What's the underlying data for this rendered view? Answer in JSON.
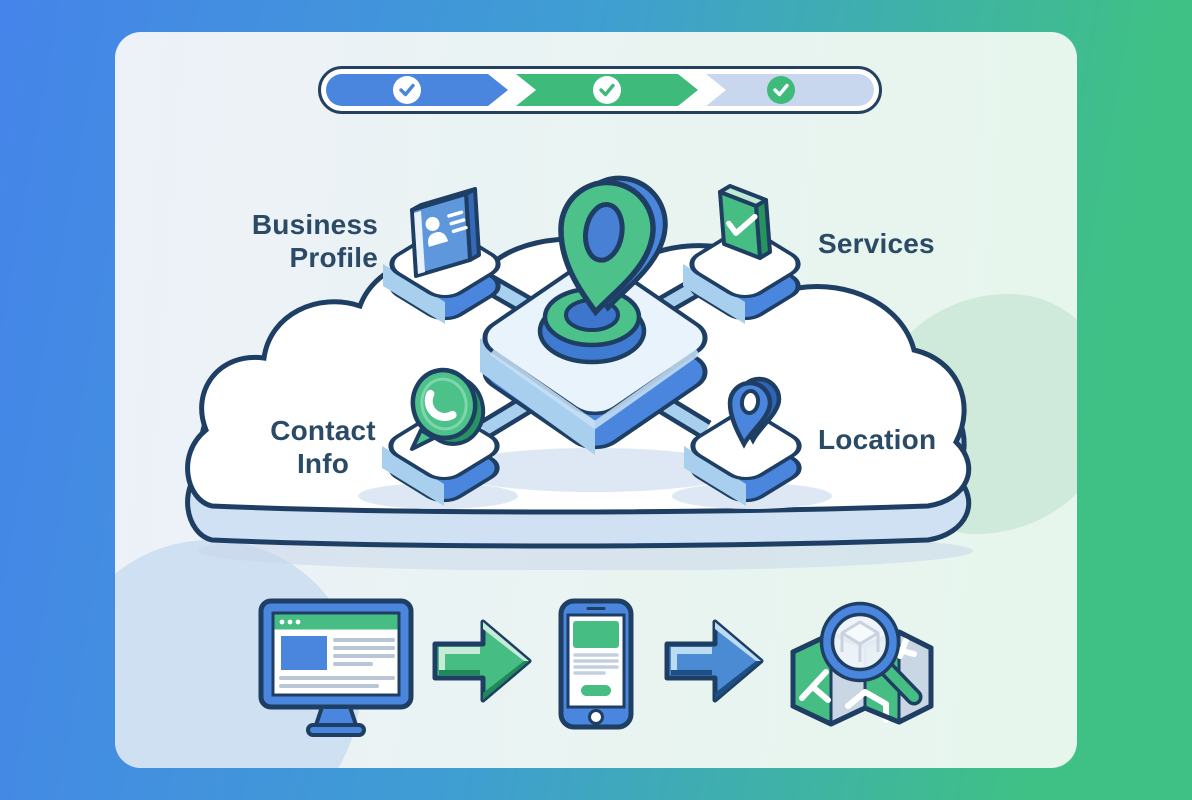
{
  "scene": {
    "type": "infographic-illustration",
    "description": "Business listing cloud hub with completion progress bar and desktop-to-mobile-to-map flow"
  },
  "colors": {
    "bg_gradient_left": "#4584ea",
    "bg_gradient_right": "#3fc185",
    "card_bg_left": "#edf1f8",
    "card_bg_right": "#e6f6ec",
    "outline_navy": "#1e3f63",
    "primary_blue": "#4a86dd",
    "primary_green": "#46bd82",
    "light_blue": "#a9cfee",
    "pale_blue_blob": "#cfe0f2",
    "pale_green_blob": "#cfeada",
    "step_inactive": "#c9d7ee",
    "label_text": "#2b4a66"
  },
  "progress_bar": {
    "steps": [
      {
        "id": "step-1",
        "state": "complete",
        "segment_color": "#4a86dd",
        "circle_color": "#ffffff",
        "check_color": "#4a86dd",
        "icon": "check-icon"
      },
      {
        "id": "step-2",
        "state": "complete",
        "segment_color": "#3eba7b",
        "circle_color": "#ffffff",
        "check_color": "#3eba7b",
        "icon": "check-icon"
      },
      {
        "id": "step-3",
        "state": "upcoming",
        "segment_color": "#c9d7ee",
        "circle_color": "#3eba7b",
        "check_color": "#ffffff",
        "icon": "check-icon"
      }
    ]
  },
  "hub": {
    "center_icon": "map-pin-icon",
    "base": "cloud-platform",
    "nodes": [
      {
        "id": "business-profile",
        "label": "Business Profile",
        "icon": "id-card-icon",
        "position": "top-left"
      },
      {
        "id": "services",
        "label": "Services",
        "icon": "checked-card-icon",
        "position": "top-right"
      },
      {
        "id": "contact-info",
        "label": "Contact Info",
        "icon": "phone-badge-icon",
        "position": "bottom-left"
      },
      {
        "id": "location",
        "label": "Location",
        "icon": "location-pin-icon",
        "position": "bottom-right"
      }
    ]
  },
  "flow": {
    "items": [
      {
        "id": "desktop-site",
        "icon": "desktop-monitor-icon"
      },
      {
        "id": "arrow-1",
        "icon": "arrow-right-icon",
        "color": "#46bd82"
      },
      {
        "id": "mobile-listing",
        "icon": "smartphone-icon"
      },
      {
        "id": "arrow-2",
        "icon": "arrow-right-icon",
        "color": "#4a8bd4"
      },
      {
        "id": "map-search",
        "icon": "map-magnifier-icon"
      }
    ]
  }
}
